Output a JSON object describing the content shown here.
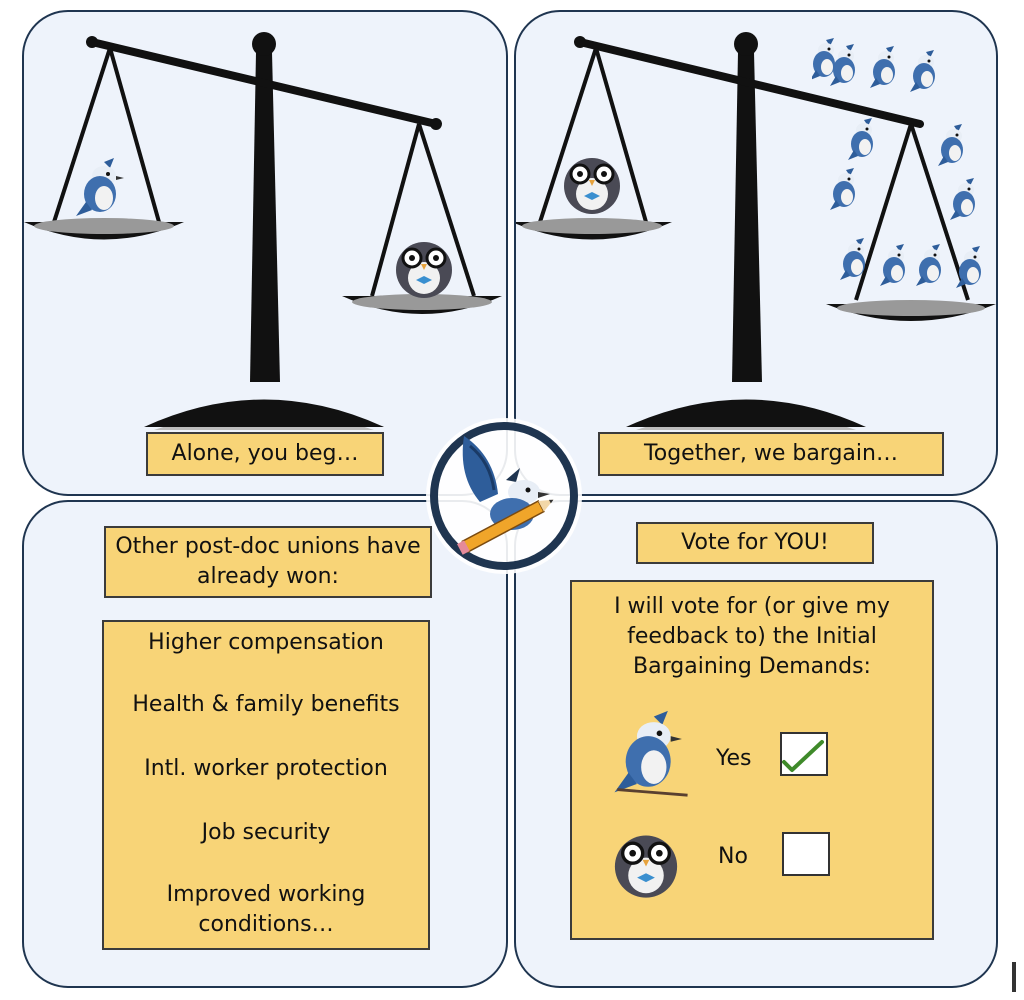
{
  "panels": {
    "alone_label": "Alone, you beg…",
    "together_label": "Together, we bargain…",
    "other_unions_label": "Other post-doc unions have already won:",
    "vote_label": "Vote for YOU!"
  },
  "wins": [
    "Higher compensation",
    "Health & family benefits",
    "Intl. worker protection",
    "Job security",
    "Improved working conditions…"
  ],
  "ballot": {
    "title": "I will vote for (or give my feedback to) the Initial Bargaining Demands:",
    "yes_label": "Yes",
    "no_label": "No",
    "yes_checked": true,
    "no_checked": false
  },
  "icons": [
    "blue-jay-icon",
    "owl-icon",
    "balance-scale-icon",
    "checkmark-icon",
    "union-logo-icon"
  ],
  "colors": {
    "panel_bg": "#eef3fb",
    "panel_border": "#1f3550",
    "label_bg": "#f8d477",
    "check": "#3f8a2a"
  }
}
